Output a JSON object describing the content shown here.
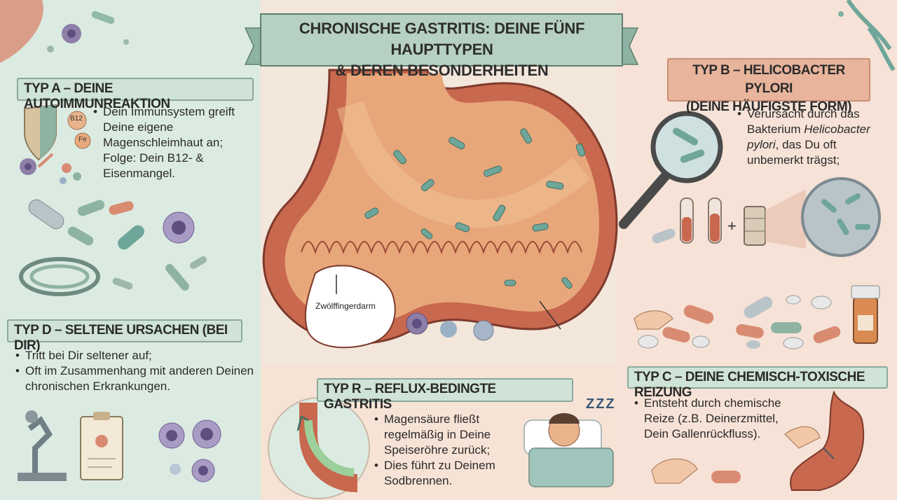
{
  "title": {
    "line1": "CHRONISCHE GASTRITIS: DEINE FÜNF HAUPTTYPEN",
    "line2": "& DEREN BESONDERHEITEN"
  },
  "typ_a": {
    "heading": "TYP A – DEINE AUTOIMMUNREAKTION",
    "bullets": [
      "Dein Immunsystem greift Deine eigene Magenschleimhaut an; Folge: Dein B12- & Eisenmangel."
    ],
    "icon_labels": [
      "B12",
      "Fe"
    ]
  },
  "typ_b": {
    "heading_line1": "TYP B – HELICOBACTER PYLORI",
    "heading_line2": "(DEINE HÄUFIGSTE FORM)",
    "bullet_pre": "Verursacht durch das Bakterium ",
    "bullet_italic": "Helicobacter pylori",
    "bullet_post": ", das Du oft unbemerkt trägst;",
    "plus": "+"
  },
  "typ_d": {
    "heading": "TYP D – SELTENE URSACHEN (BEI DIR)",
    "bullets": [
      "Tritt bei Dir seltener auf;",
      "Oft im Zusammenhang mit anderen Deinen chronischen Erkrankungen."
    ]
  },
  "typ_r": {
    "heading": "TYP R – REFLUX-BEDINGTE GASTRITIS",
    "bullets": [
      "Magensäure fließt regelmäßig in Deine Speiseröhre zurück;",
      "Dies führt zu Deinem Sodbrennen."
    ],
    "sleep_glyph": "ZZZ"
  },
  "typ_c": {
    "heading": "TYP C – DEINE CHEMISCH-TOXISCHE REIZUNG",
    "bullets": [
      "Entsteht durch chemische Reize (z.B. Deinerzmittel, Dein Gallenrückfluss)."
    ]
  },
  "stomach": {
    "duodenum_label": "Zwölffingerdarm"
  },
  "colors": {
    "mint_bg": "#dcebe2",
    "peach_bg": "#f6e2d6",
    "banner": "#a9c7b6",
    "stomach": "#c8684e",
    "bacteria": "#6fa69a"
  }
}
